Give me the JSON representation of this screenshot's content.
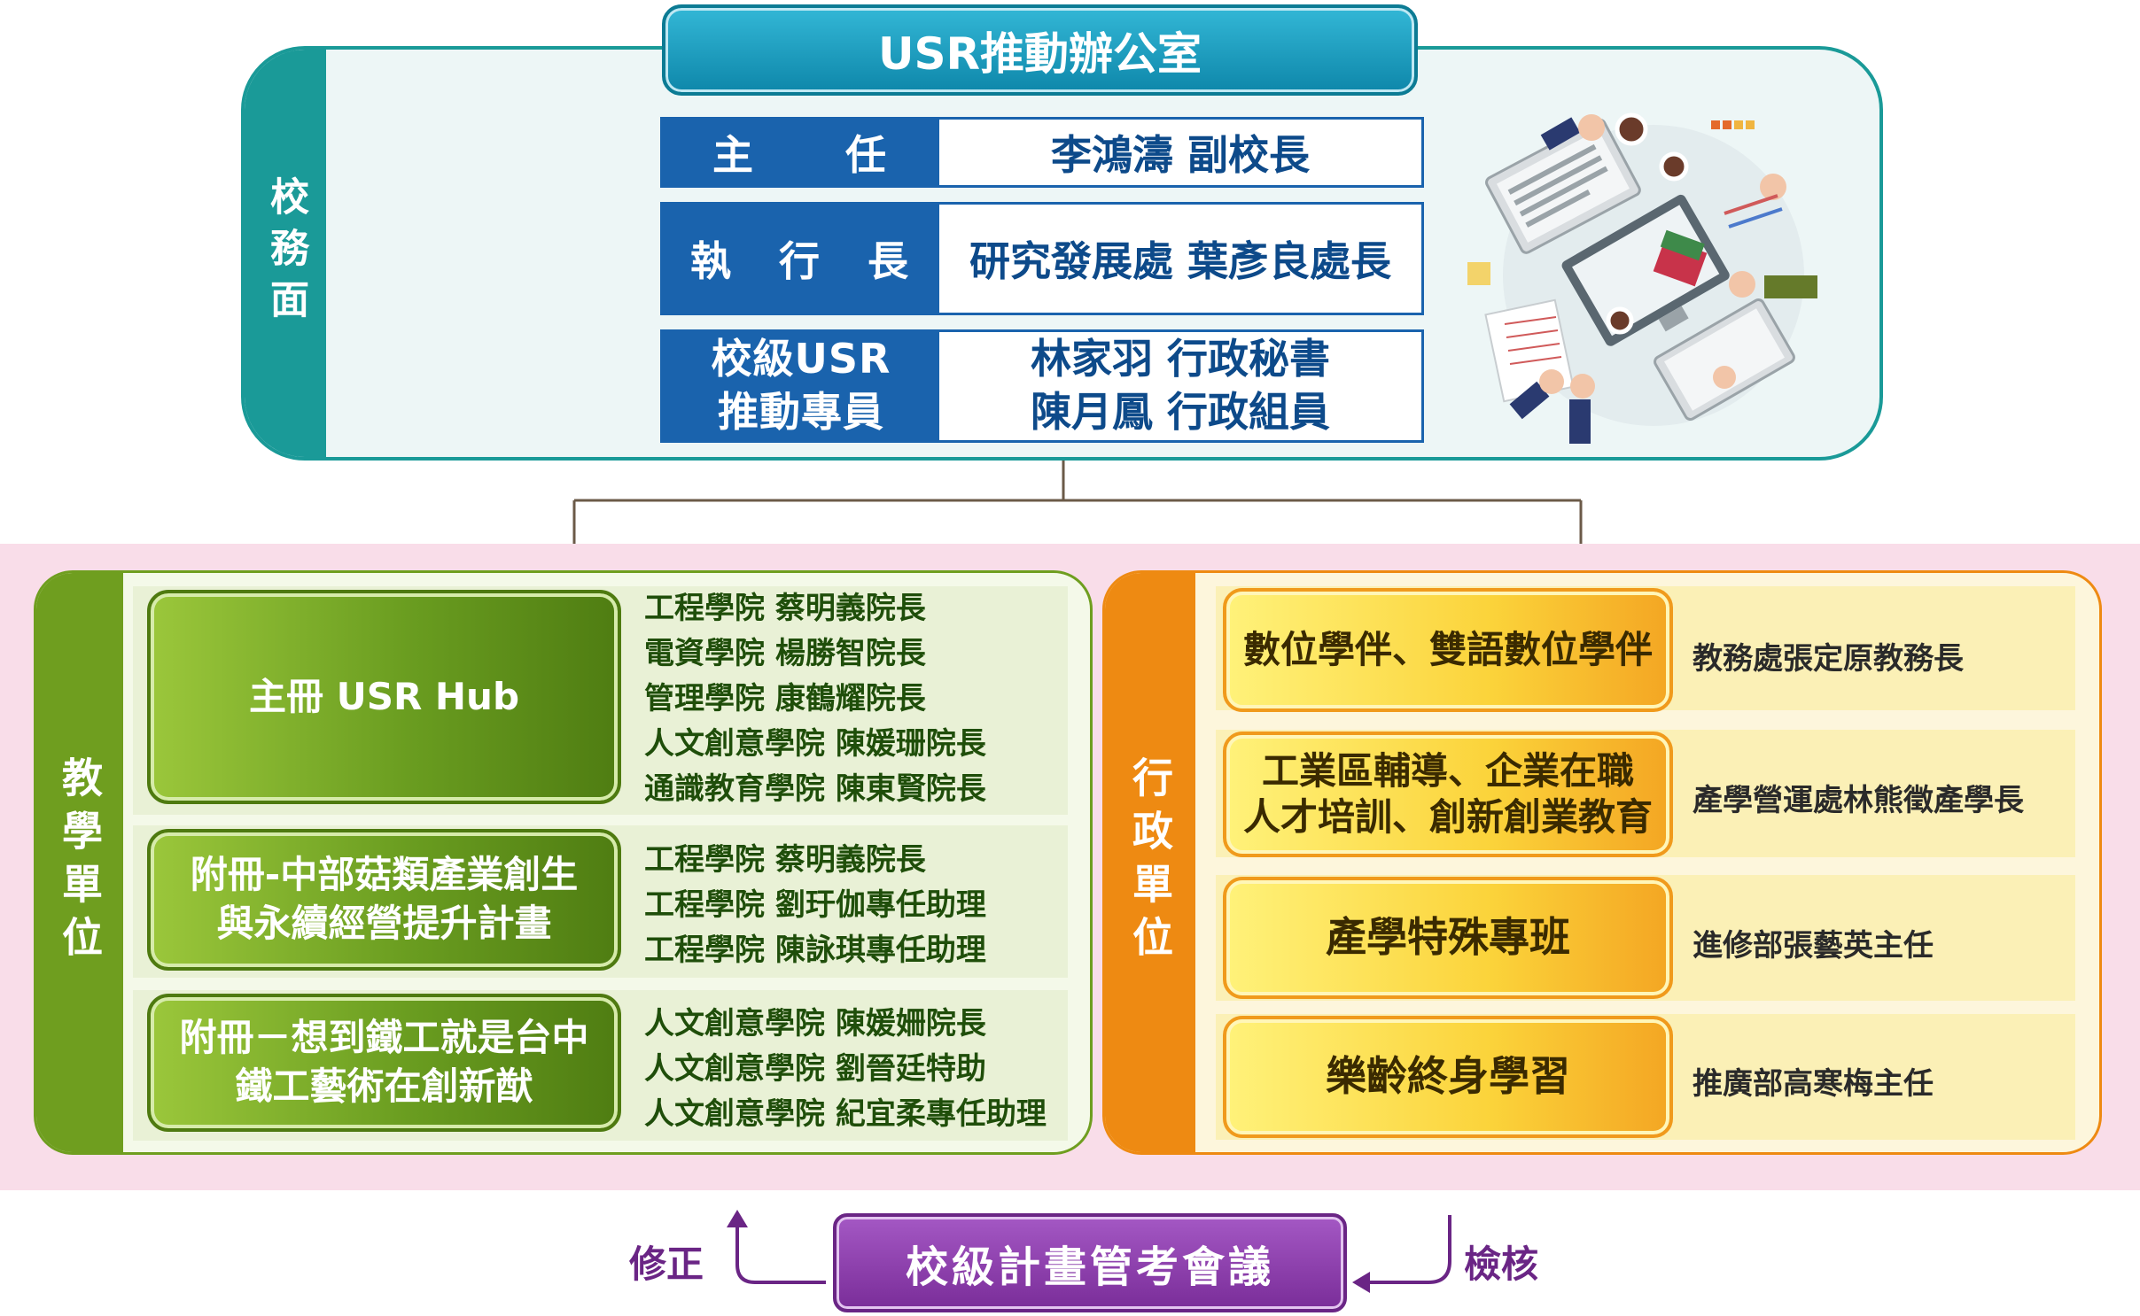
{
  "office": {
    "title": "USR推動辦公室",
    "side_label": "校務面",
    "roles": [
      {
        "label": "主　　任",
        "value": "李鴻濤 副校長"
      },
      {
        "label": "執　行　長",
        "value": "研究發展處 葉彥良處長"
      },
      {
        "label": "校級USR\n推動專員",
        "value": "林家羽 行政秘書\n陳月鳳 行政組員"
      }
    ]
  },
  "teaching": {
    "side_label": "教學單位",
    "groups": [
      {
        "title": "主冊 USR Hub",
        "members": [
          "工程學院 蔡明義院長",
          "電資學院 楊勝智院長",
          "管理學院 康鶴耀院長",
          "人文創意學院 陳媛珊院長",
          "通識教育學院 陳東賢院長"
        ]
      },
      {
        "title": "附冊-中部菇類產業創生\n與永續經營提升計畫",
        "members": [
          "工程學院 蔡明義院長",
          "工程學院 劉玗伽專任助理",
          "工程學院 陳詠琪專任助理"
        ]
      },
      {
        "title": "附冊－想到鐵工就是台中\n鐵工藝術在創新猷",
        "members": [
          "人文創意學院 陳媛姍院長",
          "人文創意學院 劉晉廷特助",
          "人文創意學院 紀宜柔專任助理"
        ]
      }
    ]
  },
  "admin": {
    "side_label": "行政單位",
    "items": [
      {
        "title": "數位學伴、雙語數位學伴",
        "head": "教務處張定原教務長"
      },
      {
        "title": "工業區輔導、企業在職\n人才培訓、創新創業教育",
        "head": "產學營運處林熊徵產學長"
      },
      {
        "title": "產學特殊專班",
        "head": "進修部張藝英主任"
      },
      {
        "title": "樂齡終身學習",
        "head": "推廣部高寒梅主任"
      }
    ]
  },
  "meeting": {
    "title": "校級計畫管考會議",
    "left_label": "修正",
    "right_label": "檢核"
  },
  "colors": {
    "teal": "#1a9a98",
    "blue": "#1a63ad",
    "green": "#6f9e1f",
    "orange": "#ee8a12",
    "purple": "#7a2d99",
    "pink": "#f9dde9"
  }
}
